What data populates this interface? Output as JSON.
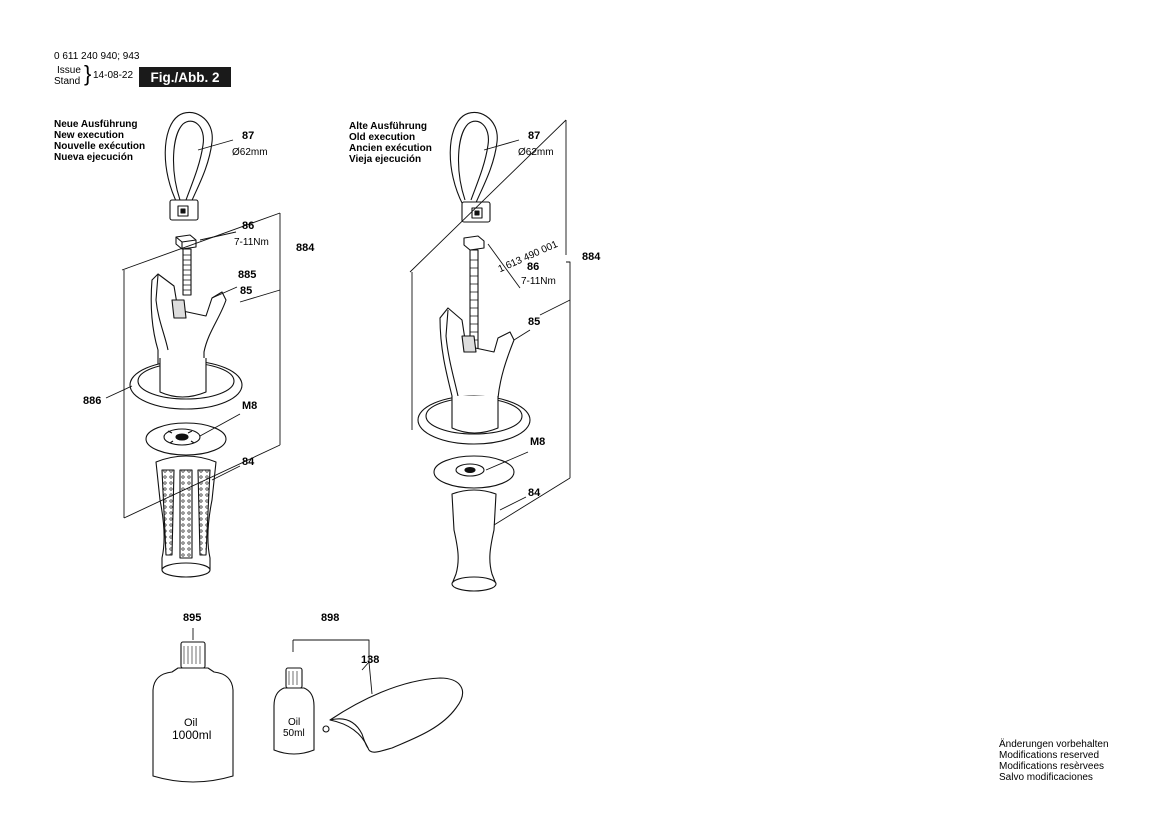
{
  "header": {
    "doc_number": "0 611 240 940; 943",
    "issue_label": "Issue",
    "stand_label": "Stand",
    "date": "14-08-22",
    "figure_label": "Fig./Abb. 2"
  },
  "new_execution": {
    "lines": [
      "Neue Ausführung",
      "New execution",
      "Nouvelle exécution",
      "Nueva ejecución"
    ],
    "parts": {
      "p87": "87",
      "p87_spec": "Ø62mm",
      "p86": "86",
      "p86_spec": "7-11Nm",
      "p884": "884",
      "p885": "885",
      "p85": "85",
      "p886": "886",
      "pM8": "M8",
      "p84": "84"
    }
  },
  "old_execution": {
    "lines": [
      "Alte Ausführung",
      "Old execution",
      "Ancien exécution",
      "Vieja ejecución"
    ],
    "parts": {
      "p87": "87",
      "p87_spec": "Ø62mm",
      "bolt_number": "1 613 490 001",
      "p86": "86",
      "p86_spec": "7-11Nm",
      "p884": "884",
      "p85": "85",
      "pM8": "M8",
      "p84": "84"
    }
  },
  "accessories": {
    "p895": "895",
    "oil_large_line1": "Oil",
    "oil_large_line2": "1000ml",
    "p898": "898",
    "p138": "138",
    "oil_small_line1": "Oil",
    "oil_small_line2": "50ml"
  },
  "footer": {
    "lines": [
      "Änderungen vorbehalten",
      "Modifications reserved",
      "Modifications resèrvees",
      "Salvo modificaciones"
    ]
  }
}
